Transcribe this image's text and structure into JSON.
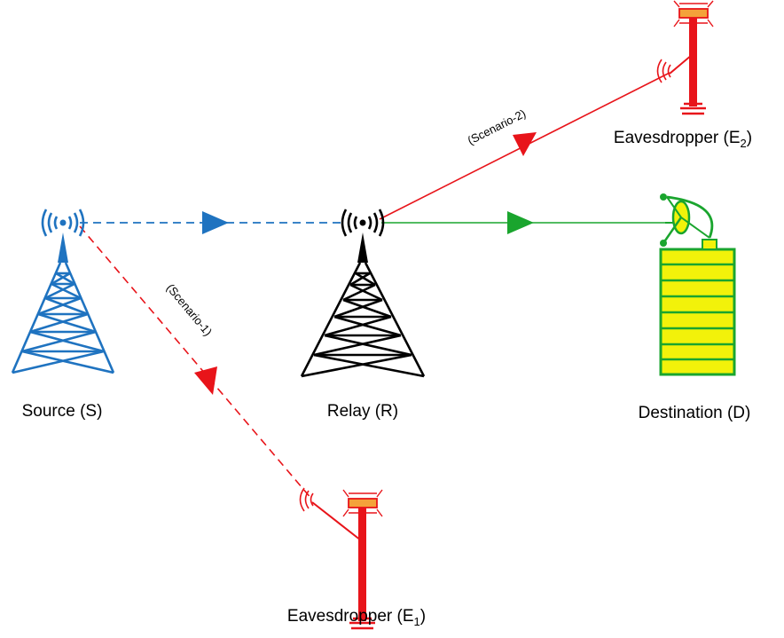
{
  "nodes": {
    "source": {
      "label": "Source (S)"
    },
    "relay": {
      "label": "Relay (R)"
    },
    "destination": {
      "label": "Destination (D)"
    },
    "eve1": {
      "label_main": "Eavesdropper (E",
      "label_sub": "1",
      "label_end": ")"
    },
    "eve2": {
      "label_main": "Eavesdropper (E",
      "label_sub": "2",
      "label_end": ")"
    }
  },
  "links": {
    "scenario1": "(Scenario-1)",
    "scenario2": "(Scenario-2)"
  },
  "colors": {
    "source": "#1f73c0",
    "relay": "#000000",
    "destination": "#1aa52e",
    "eavesdropper": "#e8141a",
    "building_fill": "#f2f20a",
    "eve_head": "#f4a23a"
  }
}
